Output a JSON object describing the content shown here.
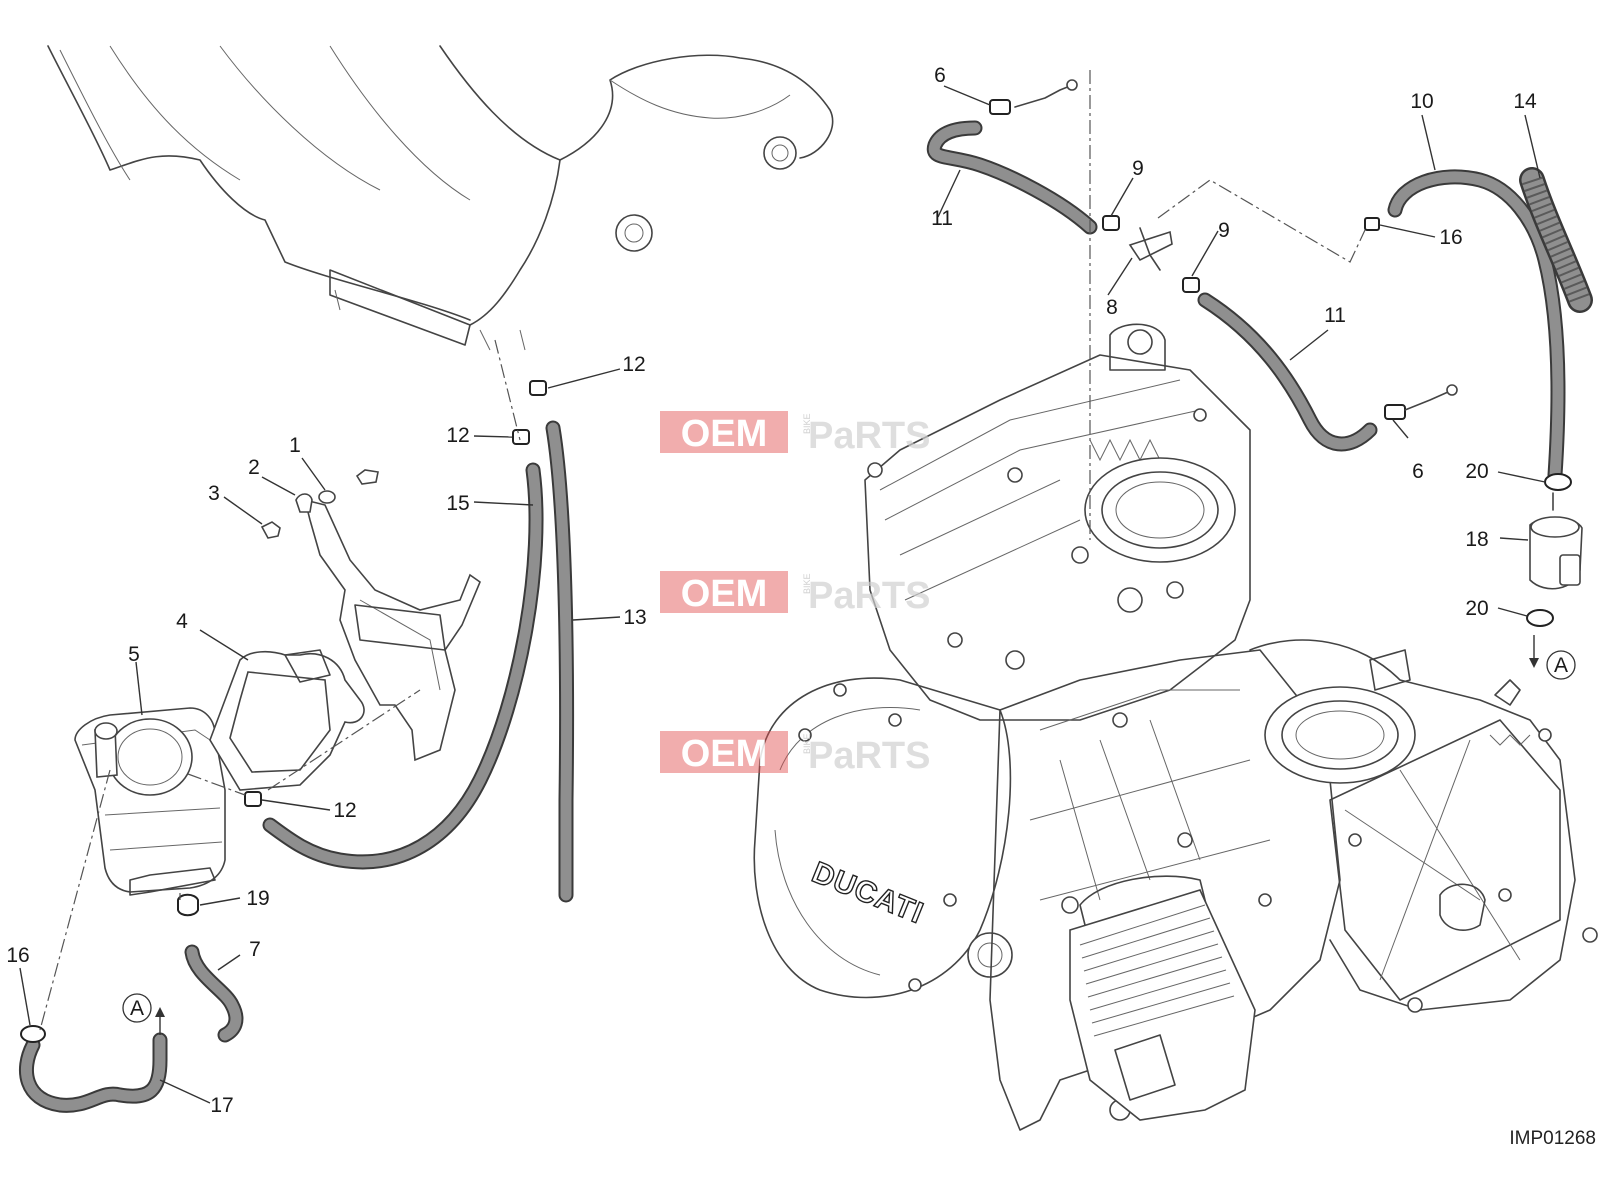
{
  "drawing_code": "IMP01268",
  "view_marker": "A",
  "brand_logo_text": "DUCATI",
  "watermark": {
    "left": "OEM",
    "middle": "BIKE",
    "right": "PaRTS",
    "accent_color": "#e05050"
  },
  "callouts": [
    {
      "label": "1",
      "side": "left"
    },
    {
      "label": "2",
      "side": "left"
    },
    {
      "label": "3",
      "side": "left"
    },
    {
      "label": "4",
      "side": "left"
    },
    {
      "label": "5",
      "side": "left"
    },
    {
      "label": "7",
      "side": "left"
    },
    {
      "label": "12",
      "side": "left"
    },
    {
      "label": "12",
      "side": "left"
    },
    {
      "label": "12",
      "side": "left"
    },
    {
      "label": "13",
      "side": "left"
    },
    {
      "label": "15",
      "side": "left"
    },
    {
      "label": "16",
      "side": "left"
    },
    {
      "label": "17",
      "side": "left"
    },
    {
      "label": "19",
      "side": "left"
    },
    {
      "label": "6",
      "side": "right"
    },
    {
      "label": "6",
      "side": "right"
    },
    {
      "label": "8",
      "side": "right"
    },
    {
      "label": "9",
      "side": "right"
    },
    {
      "label": "9",
      "side": "right"
    },
    {
      "label": "10",
      "side": "right"
    },
    {
      "label": "11",
      "side": "right"
    },
    {
      "label": "11",
      "side": "right"
    },
    {
      "label": "14",
      "side": "right"
    },
    {
      "label": "16",
      "side": "right"
    },
    {
      "label": "18",
      "side": "right"
    },
    {
      "label": "20",
      "side": "right"
    },
    {
      "label": "20",
      "side": "right"
    }
  ]
}
